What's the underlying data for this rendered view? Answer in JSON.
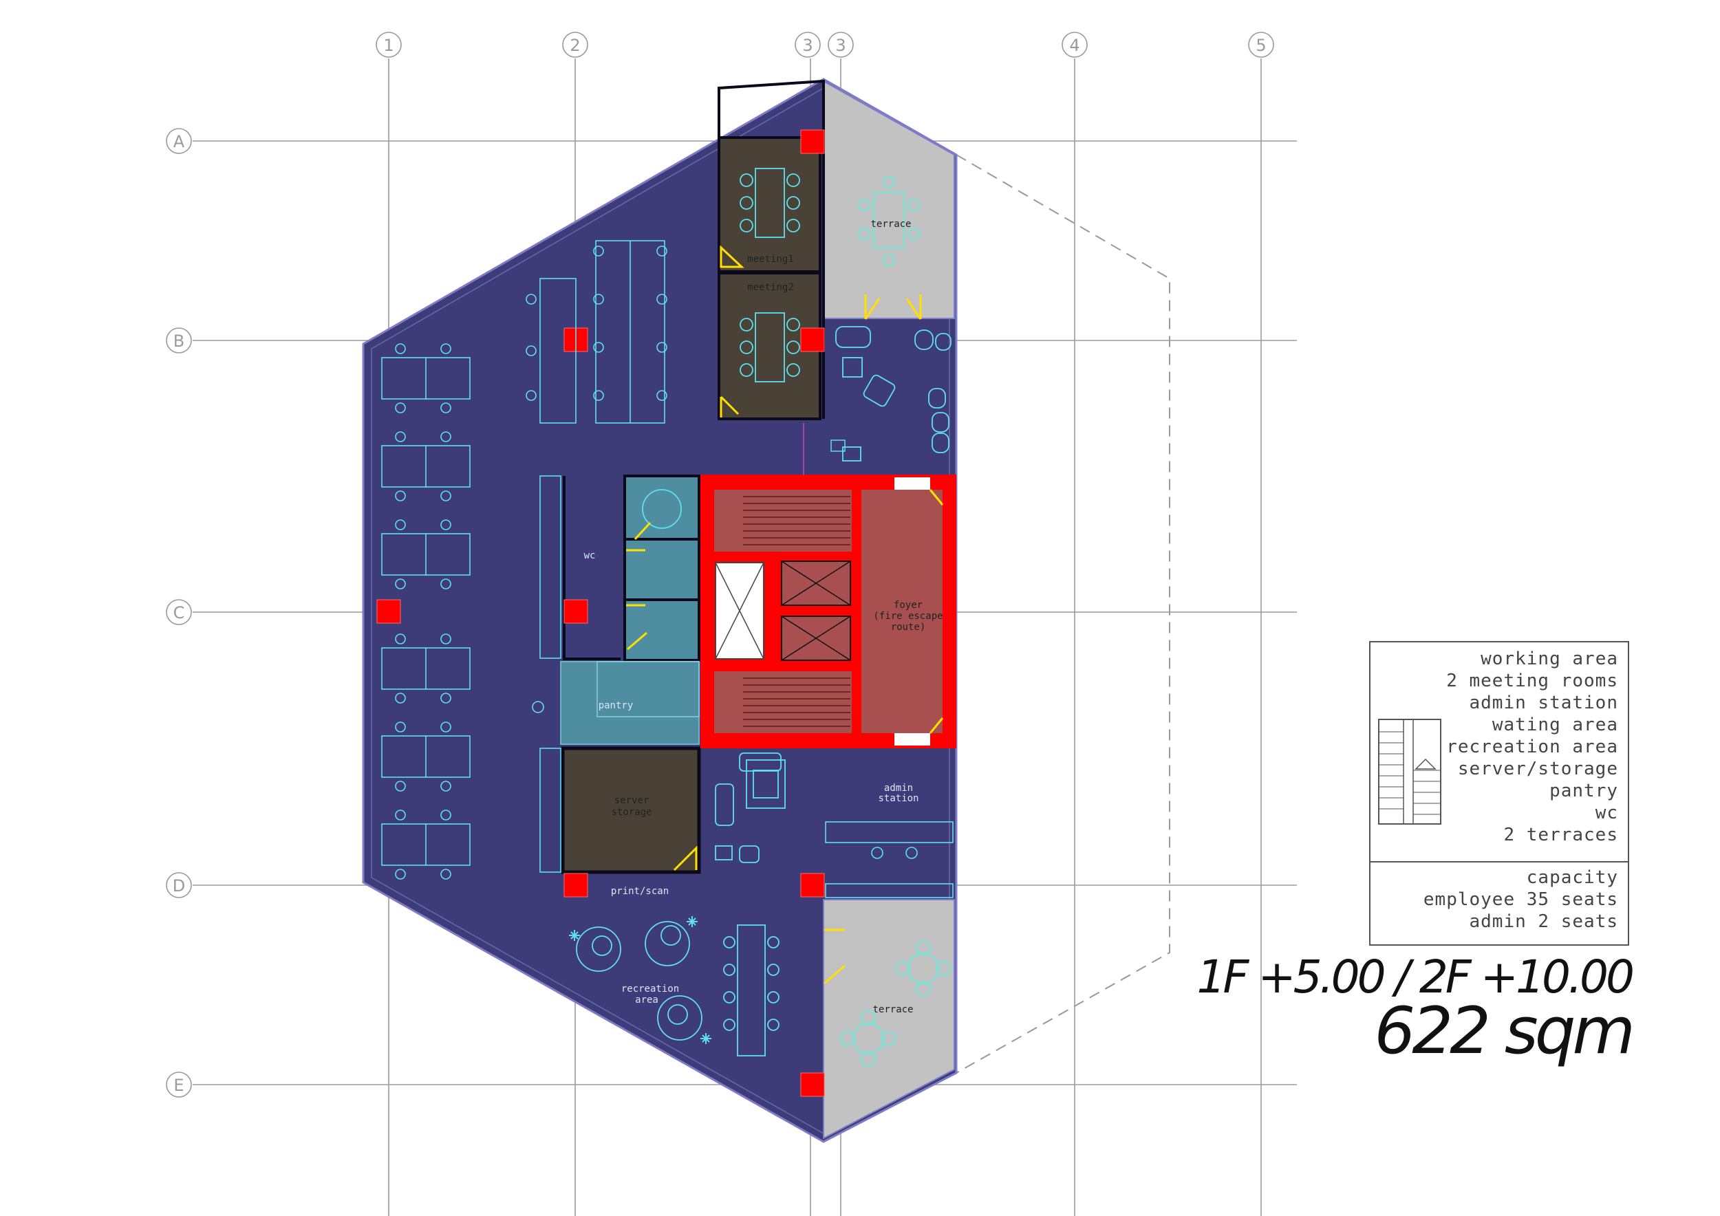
{
  "grid": {
    "columns": [
      "1",
      "2",
      "3",
      "3",
      "4",
      "5"
    ],
    "rows": [
      "A",
      "B",
      "C",
      "D",
      "E"
    ]
  },
  "rooms": {
    "meeting1": "meeting1",
    "meeting2": "meeting2",
    "terrace_top": "terrace",
    "terrace_bottom": "terrace",
    "wc": "wc",
    "pantry": "pantry",
    "foyer": [
      "foyer",
      "(fire escape",
      "route)"
    ],
    "admin": [
      "admin",
      "station"
    ],
    "server": [
      "server",
      "storage"
    ],
    "print": "print/scan",
    "recreation": [
      "recreation",
      "area"
    ]
  },
  "legend": {
    "items": [
      "working area",
      "2 meeting rooms",
      "admin station",
      "wating area",
      "recreation area",
      "server/storage",
      "pantry",
      "wc",
      "2 terraces"
    ],
    "capacity": [
      "capacity",
      "employee 35 seats",
      "admin 2 seats"
    ]
  },
  "level_label": "1F +5.00 / 2F +10.00",
  "area_label": "622 sqm",
  "colors": {
    "floor": "#3e3c78",
    "core_red": "#ff0000",
    "stair_fill": "#a85050",
    "meeting_fill": "#4a4236",
    "terrace_fill": "#c2c2c2",
    "teal_room": "#4f8ea0",
    "furniture": "#5ee0f0",
    "door_yellow": "#ffe000"
  }
}
